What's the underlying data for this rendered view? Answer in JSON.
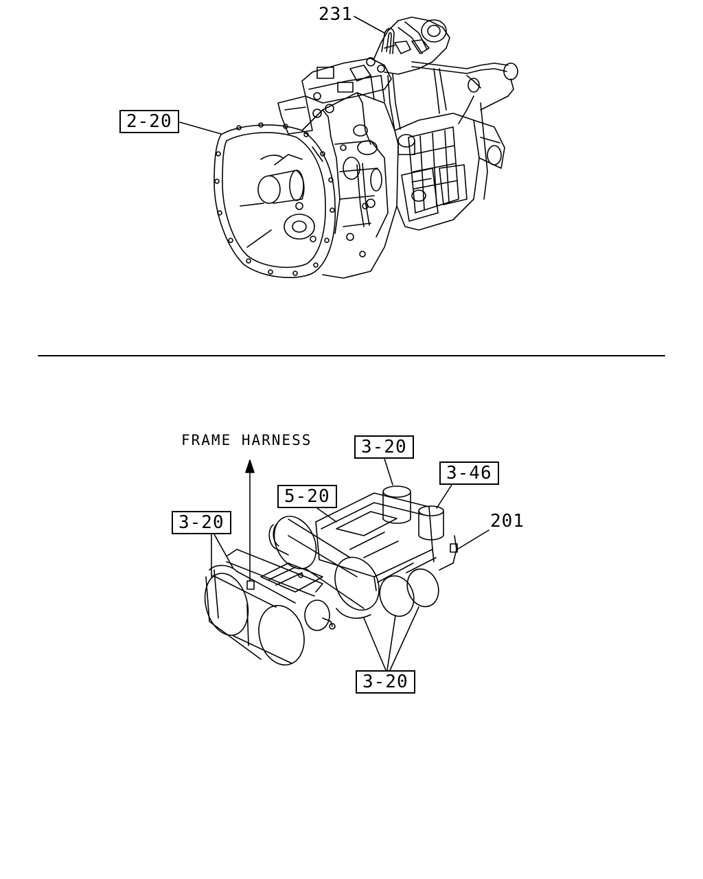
{
  "diagram": {
    "top_assembly": {
      "name": "transmission-assembly",
      "callouts": [
        {
          "id": "callout-231",
          "text": "231",
          "boxed": false
        },
        {
          "id": "callout-2-20",
          "text": "2-20",
          "boxed": true
        }
      ]
    },
    "bottom_assembly": {
      "name": "air-tank-assembly",
      "frame_harness_label": "FRAME HARNESS",
      "callouts": [
        {
          "id": "callout-3-20-top",
          "text": "3-20",
          "boxed": true
        },
        {
          "id": "callout-3-46",
          "text": "3-46",
          "boxed": true
        },
        {
          "id": "callout-5-20",
          "text": "5-20",
          "boxed": true
        },
        {
          "id": "callout-201",
          "text": "201",
          "boxed": false
        },
        {
          "id": "callout-3-20-left",
          "text": "3-20",
          "boxed": true
        },
        {
          "id": "callout-3-20-bottom",
          "text": "3-20",
          "boxed": true
        }
      ]
    }
  }
}
